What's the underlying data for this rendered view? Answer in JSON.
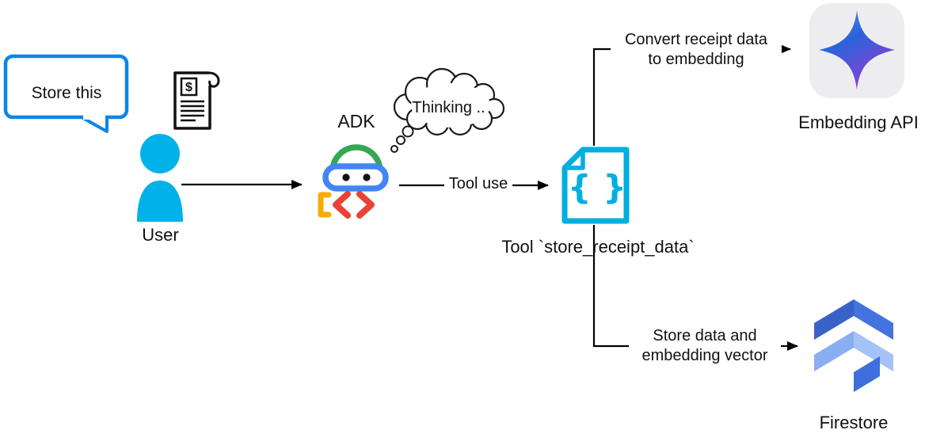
{
  "diagram": {
    "speech_bubble": {
      "text": "Store this"
    },
    "receipt": {
      "glyph": "$"
    },
    "user": {
      "label": "User"
    },
    "adk": {
      "label": "ADK"
    },
    "thinking_cloud": {
      "text": "Thinking .."
    },
    "tool": {
      "label": "Tool `store_receipt_data`",
      "glyph": "{ }"
    },
    "embedding_api": {
      "label": "Embedding API"
    },
    "firestore": {
      "label": "Firestore"
    },
    "edges": {
      "adk_to_tool": {
        "label": "Tool use"
      },
      "tool_to_embedding": {
        "line1": "Convert receipt data",
        "line2": "to embedding"
      },
      "tool_to_firestore": {
        "line1": "Store data and",
        "line2": "embedding vector"
      }
    },
    "colors": {
      "bubble_border": "#0d85e8",
      "user_fill": "#00b2e8",
      "adk_green": "#34a853",
      "adk_blue": "#4285f4",
      "adk_red": "#ea4335",
      "adk_yellow": "#f9ab00",
      "tool_cyan": "#00afe0",
      "embedding_tile": "#ededef",
      "spark_gradient_start": "#4e96f7",
      "spark_gradient_mid": "#2b63d9",
      "spark_gradient_end": "#8a3fd8",
      "firestore_dark": "#3962c9",
      "firestore_medium": "#4273df",
      "firestore_light": "#9bb9f4",
      "line_color": "#000000"
    }
  }
}
